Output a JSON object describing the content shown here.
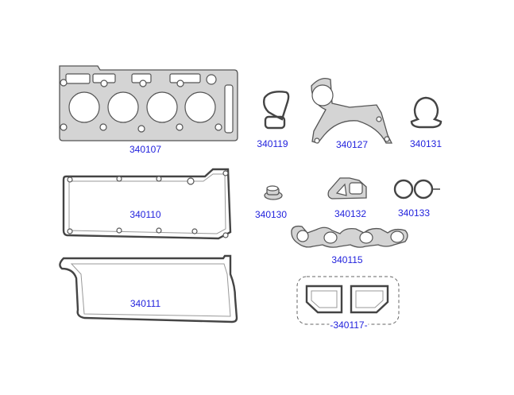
{
  "link_color": "#2222dd",
  "parts": [
    {
      "id": "p340107",
      "number": "340107"
    },
    {
      "id": "p340119",
      "number": "340119"
    },
    {
      "id": "p340127",
      "number": "340127"
    },
    {
      "id": "p340131",
      "number": "340131"
    },
    {
      "id": "p340110",
      "number": "340110"
    },
    {
      "id": "p340130",
      "number": "340130"
    },
    {
      "id": "p340132",
      "number": "340132"
    },
    {
      "id": "p340133",
      "number": "340133"
    },
    {
      "id": "p340115",
      "number": "340115"
    },
    {
      "id": "p340111",
      "number": "340111"
    },
    {
      "id": "p340117",
      "number": "-340117-"
    }
  ]
}
